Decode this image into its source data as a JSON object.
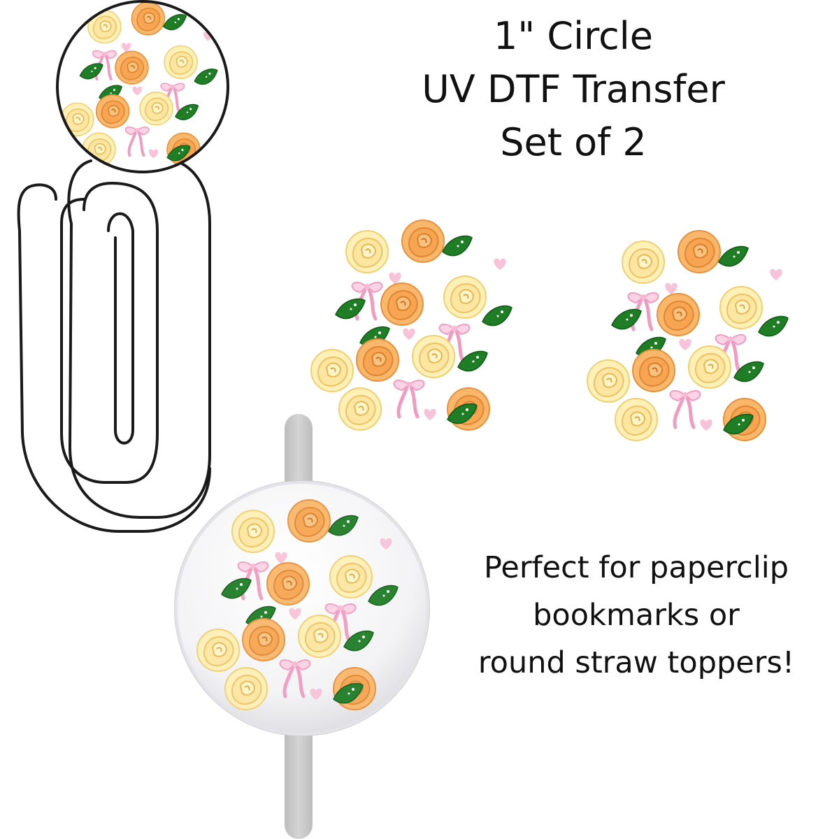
{
  "title_lines": [
    "1\" Circle",
    "UV DTF Transfer",
    "Set of 2"
  ],
  "tagline_lines": [
    "Perfect for paperclip",
    "bookmarks or",
    "round straw toppers!"
  ],
  "colors": {
    "text": "#111111",
    "peach_rose": "#f5a85a",
    "cream_rose": "#fde3a0",
    "leaf": "#1e7a24",
    "ribbon": "#f6b9d3",
    "heart": "#f8c3d8",
    "straw": "#c8c8c8",
    "outline": "#1a1a1a"
  },
  "icons": [
    "paperclip-bookmark-icon",
    "straw-topper-icon",
    "rose-pattern-circle"
  ]
}
